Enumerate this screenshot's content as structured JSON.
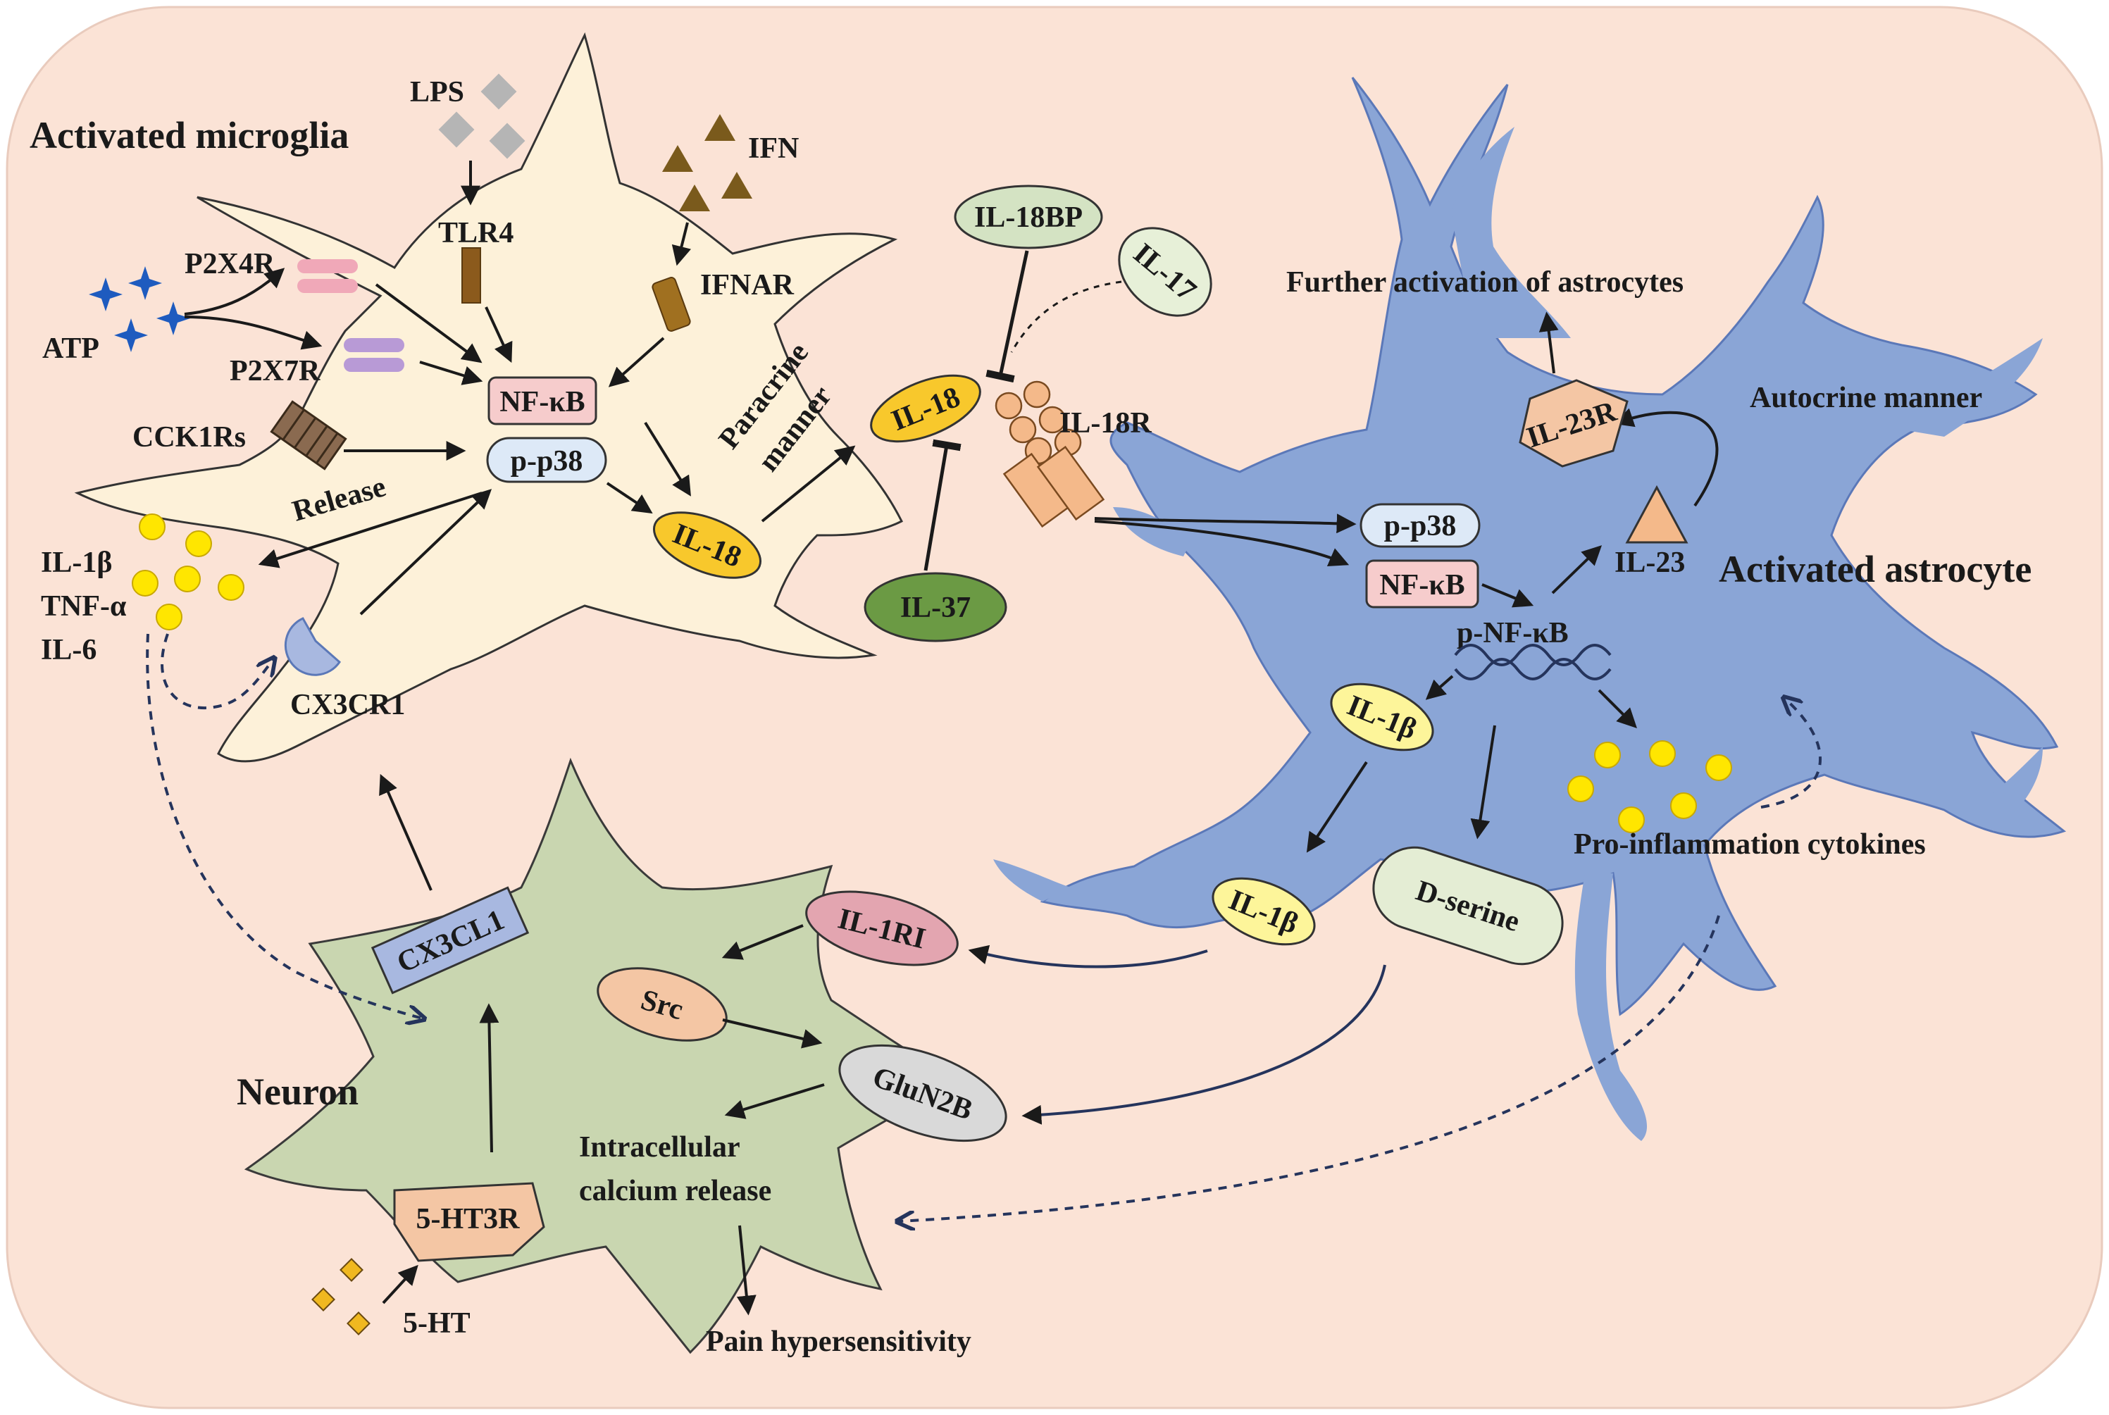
{
  "cells": {
    "microglia": "Activated microglia",
    "astrocyte": "Activated astrocyte",
    "neuron": "Neuron"
  },
  "stimuli": {
    "lps": "LPS",
    "ifn": "IFN",
    "atp": "ATP",
    "serotonin": "5-HT"
  },
  "receptors": {
    "tlr4": "TLR4",
    "ifnar": "IFNAR",
    "p2x4r": "P2X4R",
    "p2x7r": "P2X7R",
    "cck1rs": "CCK1Rs",
    "cx3cr1": "CX3CR1",
    "il18r": "IL-18R",
    "il23r": "IL-23R",
    "il1ri": "IL-1RI",
    "glun2b": "GluN2B",
    "ht3r": "5-HT3R"
  },
  "molecules": {
    "nfkb_microglia": "NF-κB",
    "pp38_microglia": "p-p38",
    "il18_microglia": "IL-18",
    "il18_free": "IL-18",
    "il18bp": "IL-18BP",
    "il17": "IL-17",
    "il37": "IL-37",
    "pp38_astro": "p-p38",
    "nfkb_astro": "NF-κB",
    "pnfkb": "p-NF-κB",
    "il23": "IL-23",
    "il1b_astro": "IL-1β",
    "il1b_free": "IL-1β",
    "dserine": "D-serine",
    "src": "Src",
    "cx3cl1": "CX3CL1"
  },
  "cytokines": {
    "il1b": "IL-1β",
    "tnfa": "TNF-α",
    "il6": "IL-6"
  },
  "annotations": {
    "release": "Release",
    "paracrine_line1": "Paracrine",
    "paracrine_line2": "manner",
    "autocrine": "Autocrine manner",
    "further_activation": "Further activation of astrocytes",
    "proinflam": "Pro-inflammation cytokines",
    "calcium_line1": "Intracellular",
    "calcium_line2": "calcium release",
    "pain": "Pain hypersensitivity"
  },
  "colors": {
    "background": "#fbe3d6",
    "microglia": "#fdf1d9",
    "astrocyte": "#8aa5d6",
    "neuron": "#c9d6b0",
    "cytokine_dot": "#ffe600",
    "il18": "#f8c82c",
    "nfkb": "#f6cccc",
    "pp38": "#dde9f7"
  }
}
